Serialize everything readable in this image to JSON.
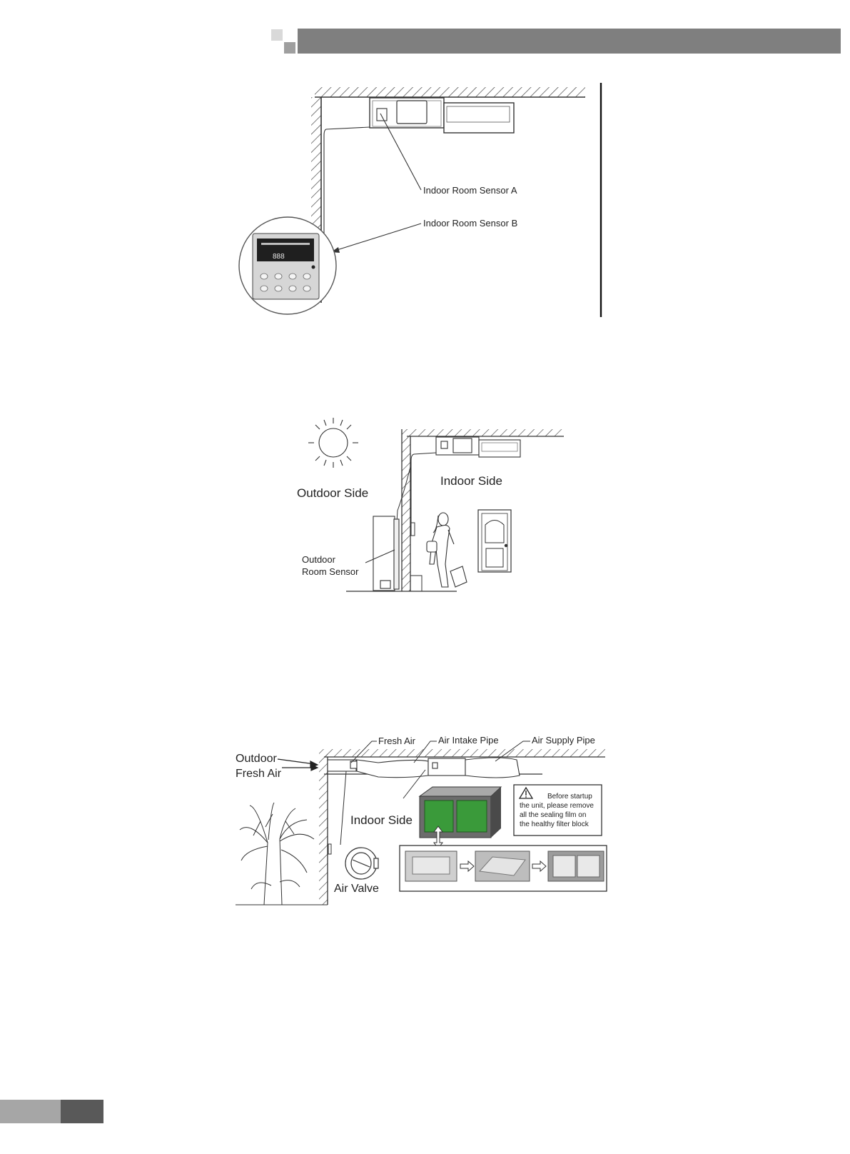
{
  "header": {
    "bar_color": "#7f7f7f",
    "square_colors": [
      "#d9d9d9",
      "#7f7f7f",
      "#5f5f5f",
      "#9f9f9f"
    ]
  },
  "figure1": {
    "label_sensor_a": "Indoor Room Sensor A",
    "label_sensor_b": "Indoor Room Sensor B",
    "controller_display": "888"
  },
  "figure2": {
    "label_outdoor_side": "Outdoor Side",
    "label_indoor_side": "Indoor Side",
    "label_outdoor_sensor_line1": "Outdoor",
    "label_outdoor_sensor_line2": "Room Sensor"
  },
  "figure3": {
    "label_outdoor_fresh_air_line1": "Outdoor",
    "label_outdoor_fresh_air_line2": "Fresh Air",
    "label_fresh_air": "Fresh Air",
    "label_air_intake_pipe": "Air Intake Pipe",
    "label_air_supply_pipe": "Air Supply Pipe",
    "label_indoor_side": "Indoor Side",
    "label_air_valve": "Air Valve",
    "notice_icon": "warning-triangle-icon",
    "notice_line1": "Before startup",
    "notice_line2": "the unit, please remove",
    "notice_line3": "all the sealing film on",
    "notice_line4": "the healthy filter block",
    "filter_color": "#3a9a3a"
  },
  "footer": {
    "tab_colors": [
      "#a6a6a6",
      "#595959"
    ]
  }
}
